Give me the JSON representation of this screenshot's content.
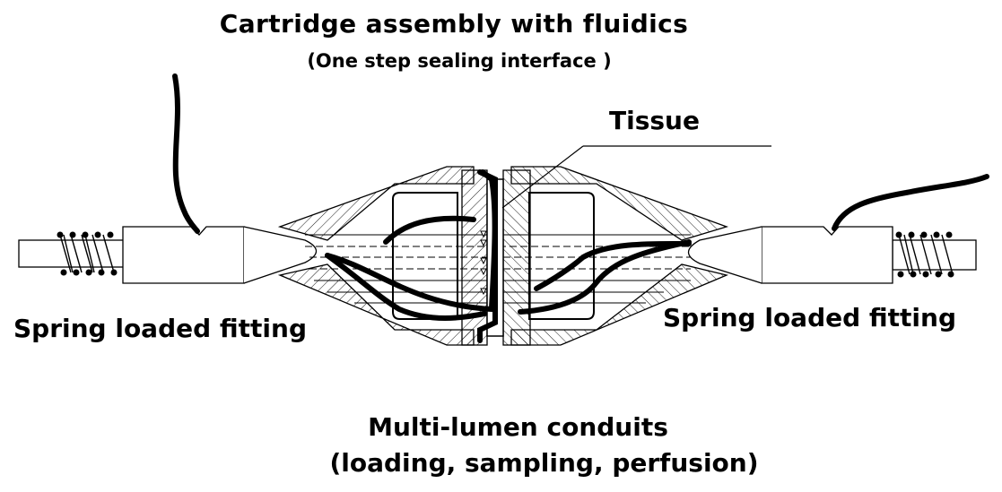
{
  "title": "Cartridge assembly with fluidics",
  "subtitle": "(One step sealing interface )",
  "labels": {
    "tissue": "Tissue",
    "spring_left": "Spring loaded fitting",
    "spring_right": "Spring loaded fitting",
    "conduits_line1": "Multi-lumen conduits",
    "conduits_line2": "(loading, sampling, perfusion)"
  },
  "colors": {
    "line": "#000000",
    "background": "#ffffff"
  }
}
